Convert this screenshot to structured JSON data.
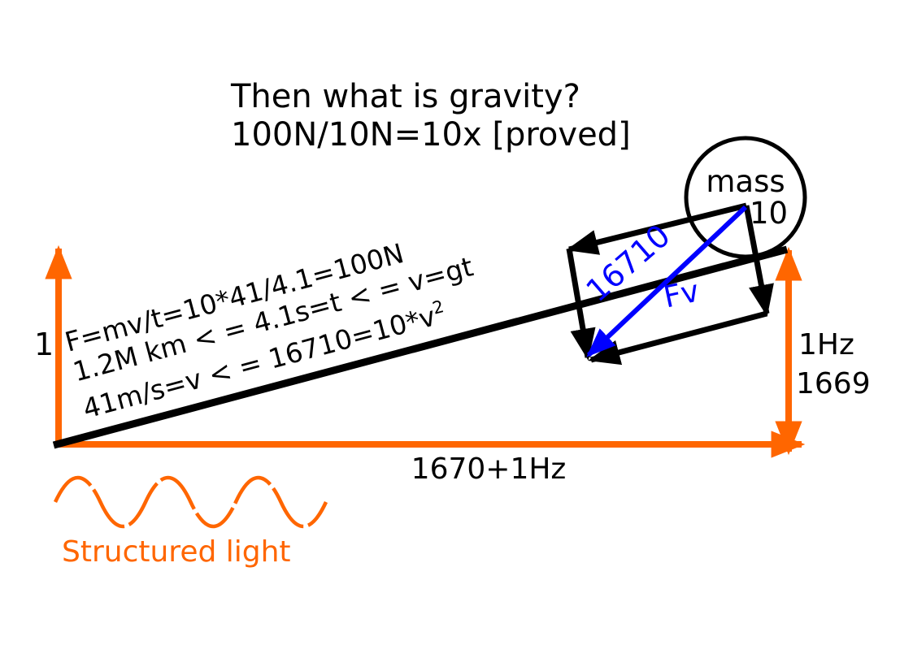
{
  "title": {
    "line1": "Then what is gravity?",
    "line2": "100N/10N=10x [proved]"
  },
  "incline_formulas": {
    "line1": "F=mv/t=10*41/4.1=100N",
    "line2": "1.2M km < = 4.1s=t < = v=gt",
    "line3_base": "41m/s=v < = 16710=10*v",
    "line3_exponent": "2"
  },
  "mass_circle": {
    "label": "mass",
    "value": "10"
  },
  "axes": {
    "left_label": "1",
    "bottom_label": "1670+1Hz",
    "right_label_line1": "1Hz",
    "right_label_line2": "1669"
  },
  "force_vector": {
    "magnitude": "16710",
    "name": "Fv"
  },
  "structured_light": {
    "label": "Structured light"
  },
  "colors": {
    "orange": "#FF6600",
    "blue": "#0000FF",
    "black": "#000000"
  }
}
